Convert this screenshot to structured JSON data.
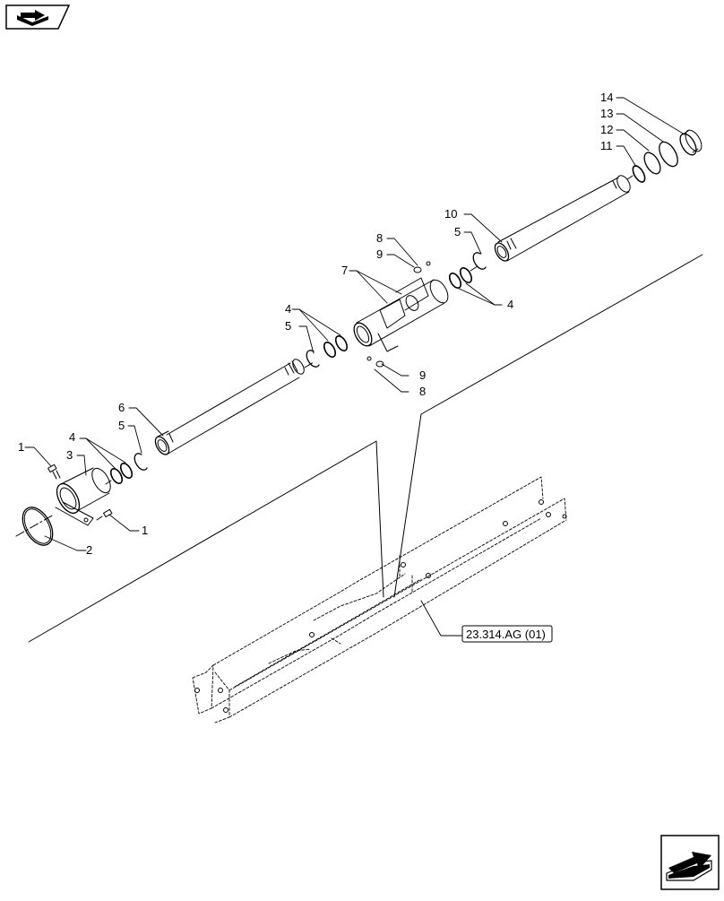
{
  "nav": {
    "prev_icon": "page-back-icon",
    "next_icon": "page-forward-icon"
  },
  "reference": {
    "label": "23.314.AG (01)"
  },
  "callouts": [
    {
      "id": "c1a",
      "text": "1"
    },
    {
      "id": "c3",
      "text": "3"
    },
    {
      "id": "c4a",
      "text": "4"
    },
    {
      "id": "c5a",
      "text": "5"
    },
    {
      "id": "c6",
      "text": "6"
    },
    {
      "id": "c1b",
      "text": "1"
    },
    {
      "id": "c2",
      "text": "2"
    },
    {
      "id": "c4b",
      "text": "4"
    },
    {
      "id": "c5b",
      "text": "5"
    },
    {
      "id": "c7",
      "text": "7"
    },
    {
      "id": "c8a",
      "text": "8"
    },
    {
      "id": "c9a",
      "text": "9"
    },
    {
      "id": "c9b",
      "text": "9"
    },
    {
      "id": "c8b",
      "text": "8"
    },
    {
      "id": "c10",
      "text": "10"
    },
    {
      "id": "c5c",
      "text": "5"
    },
    {
      "id": "c4c",
      "text": "4"
    },
    {
      "id": "c11",
      "text": "11"
    },
    {
      "id": "c12",
      "text": "12"
    },
    {
      "id": "c13",
      "text": "13"
    },
    {
      "id": "c14",
      "text": "14"
    }
  ]
}
